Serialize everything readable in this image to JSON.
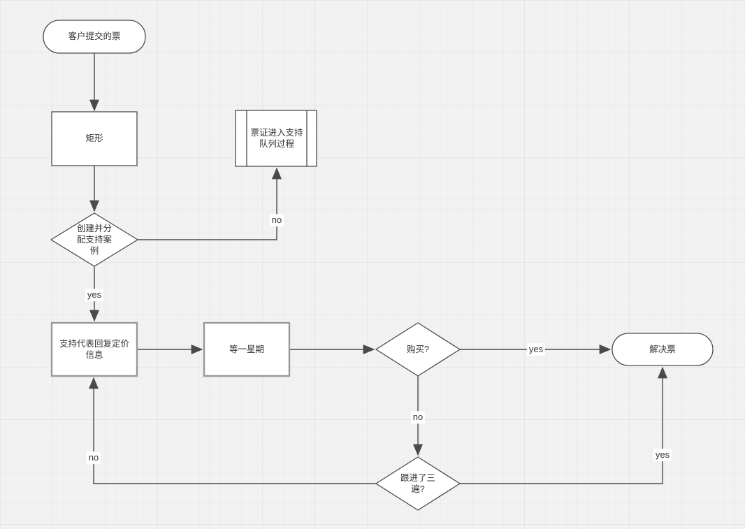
{
  "colors": {
    "canvas_bg": "#f2f2f2",
    "shape_fill": "#ffffff",
    "shape_border": "#4d4d4d",
    "muted_border": "#999999",
    "edge": "#4d4d4d",
    "text": "#333333",
    "edge_label_bg": "#ffffff"
  },
  "nodes": {
    "start": {
      "type": "terminator",
      "label": "客户提交的票"
    },
    "rectangle": {
      "type": "process",
      "label": "矩形"
    },
    "queue_process": {
      "type": "predefined-process",
      "label": "票证进入支持\n队列过程"
    },
    "create_case": {
      "type": "decision",
      "label": "创建并分\n配支持案\n例"
    },
    "reply_pricing": {
      "type": "process",
      "label": "支持代表回复定价\n信息"
    },
    "wait_week": {
      "type": "process",
      "label": "等一星期"
    },
    "purchase": {
      "type": "decision",
      "label": "购买?"
    },
    "resolve": {
      "type": "terminator",
      "label": "解决票"
    },
    "followup": {
      "type": "decision",
      "label": "跟进了三\n遍?"
    }
  },
  "edge_labels": {
    "create_case_no": "no",
    "create_case_yes": "yes",
    "purchase_yes": "yes",
    "purchase_no": "no",
    "followup_no": "no",
    "followup_yes": "yes"
  }
}
